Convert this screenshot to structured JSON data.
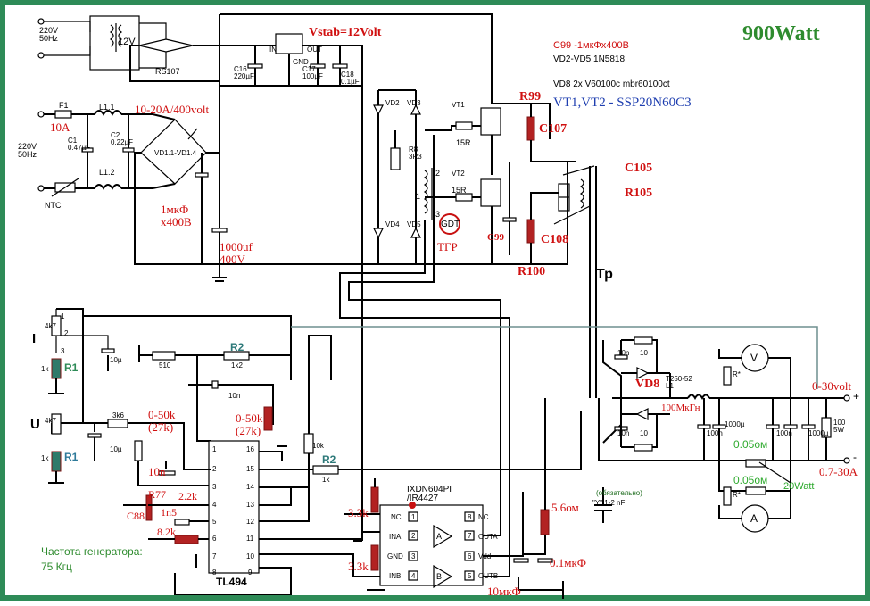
{
  "title": "900Watt",
  "top_block": {
    "mains_in": "220V\n50Hz",
    "transformer": "12V",
    "bridge": "RS107",
    "stab": "Vstab=12Volt",
    "reg_in": "IN",
    "reg_out": "OUT",
    "reg_gnd": "GND",
    "c16": "C16\n220µF",
    "c17": "C17\n100µF",
    "c18": "C18\n0.1µF"
  },
  "notes": {
    "c99": "C99 -1мкФх400В",
    "vd2vd5": "VD2-VD5 1N5818",
    "vd8": "VD8 2x V60100c mbr60100ct",
    "vt": "VT1,VT2 - SSP20N60C3"
  },
  "input_stage": {
    "fuse": "F1",
    "fuse_rating": "10A",
    "l11": "L1.1",
    "l12": "L1.2",
    "bridge_rating": "10-20A/400volt",
    "c1": "C1\n0.47µF",
    "c2": "C2\n0.22µF",
    "bridge": "VD1.1-VD1.4",
    "mains": "220V\n50Hz",
    "ntc": "NTC",
    "cap1": "1мкФ\nx400В",
    "cap2": "1000uf\n400V"
  },
  "bridge_drive": {
    "vd2": "VD2",
    "vd3": "VD3",
    "vd4": "VD4",
    "vd5": "VD5",
    "r8": "R8\n3R3",
    "vt1": "VT1",
    "vt2": "VT2",
    "r15a": "15R",
    "r15b": "15R",
    "gdt": "GDT",
    "tgr": "ТГР",
    "w1": "1",
    "w2": "2",
    "w3": "3",
    "r99": "R99",
    "c107": "C107",
    "c105": "C105",
    "r105": "R105",
    "c99": "C99",
    "c108": "C108",
    "r100": "R100",
    "tp": "Тр"
  },
  "control": {
    "i_label": "I",
    "u_label": "U",
    "r1a": "R1",
    "r1b": "R1",
    "r1k_a": "1k",
    "r1k_b": "1k",
    "pot_a": "4k7",
    "pot_b": "4k7",
    "pin1": "1",
    "pin2": "2",
    "pin3": "3",
    "c10u_a": "10µ",
    "c10u_b": "10µ",
    "r510": "510",
    "r2a": "R2",
    "r1k2": "1k2",
    "c10n": "10n",
    "r050a": "0-50k\n(27k)",
    "r050b": "0-50k\n(27k)",
    "r3k6": "3k6",
    "c10n_b": "10n",
    "r10k": "10k",
    "r2b": "R2",
    "r1k": "1k",
    "r77": "R77",
    "r77v": "2.2k",
    "c88": "C88",
    "c1n5": "1n5",
    "r82": "8.2k",
    "chip": "TL494",
    "freq": "Частота генератора:\n75 Кгц"
  },
  "driver": {
    "chip": "IXDN604PI\n/IR4427",
    "nc1": "NC",
    "ina": "INA",
    "gnd": "GND",
    "inb": "INB",
    "nc2": "NC",
    "outa": "OUTA",
    "vdd": "Vdd",
    "outb": "OUTB",
    "ba": "A",
    "bb": "B",
    "r33a": "3.3k",
    "r33b": "3.3k",
    "r56": "5.6ом",
    "c01": "0.1мкФ",
    "c10": "10мкФ",
    "note1": "(обязательно)",
    "note2": "\"Y\" 1-2 nF"
  },
  "output": {
    "c10n_a": "10n",
    "r10a": "10",
    "c10n_b": "10n",
    "r10b": "10",
    "vd8": "VD8",
    "l1": "T250-52\nL1",
    "l1v": "100МкГн",
    "c100n": "100n",
    "c1000a": "1000µ",
    "c100n_b": "100n",
    "c1000b": "1000µ",
    "rl": "100\n5W",
    "rstar_a": "R*",
    "rstar_b": "R*",
    "shunt_a": "0.05ом",
    "shunt_b": "0.05ом",
    "power": "20Watt",
    "vout": "0-30volt",
    "iout": "0.7-30A",
    "plus": "+",
    "minus": "-",
    "vmeter": "V",
    "ameter": "A"
  }
}
